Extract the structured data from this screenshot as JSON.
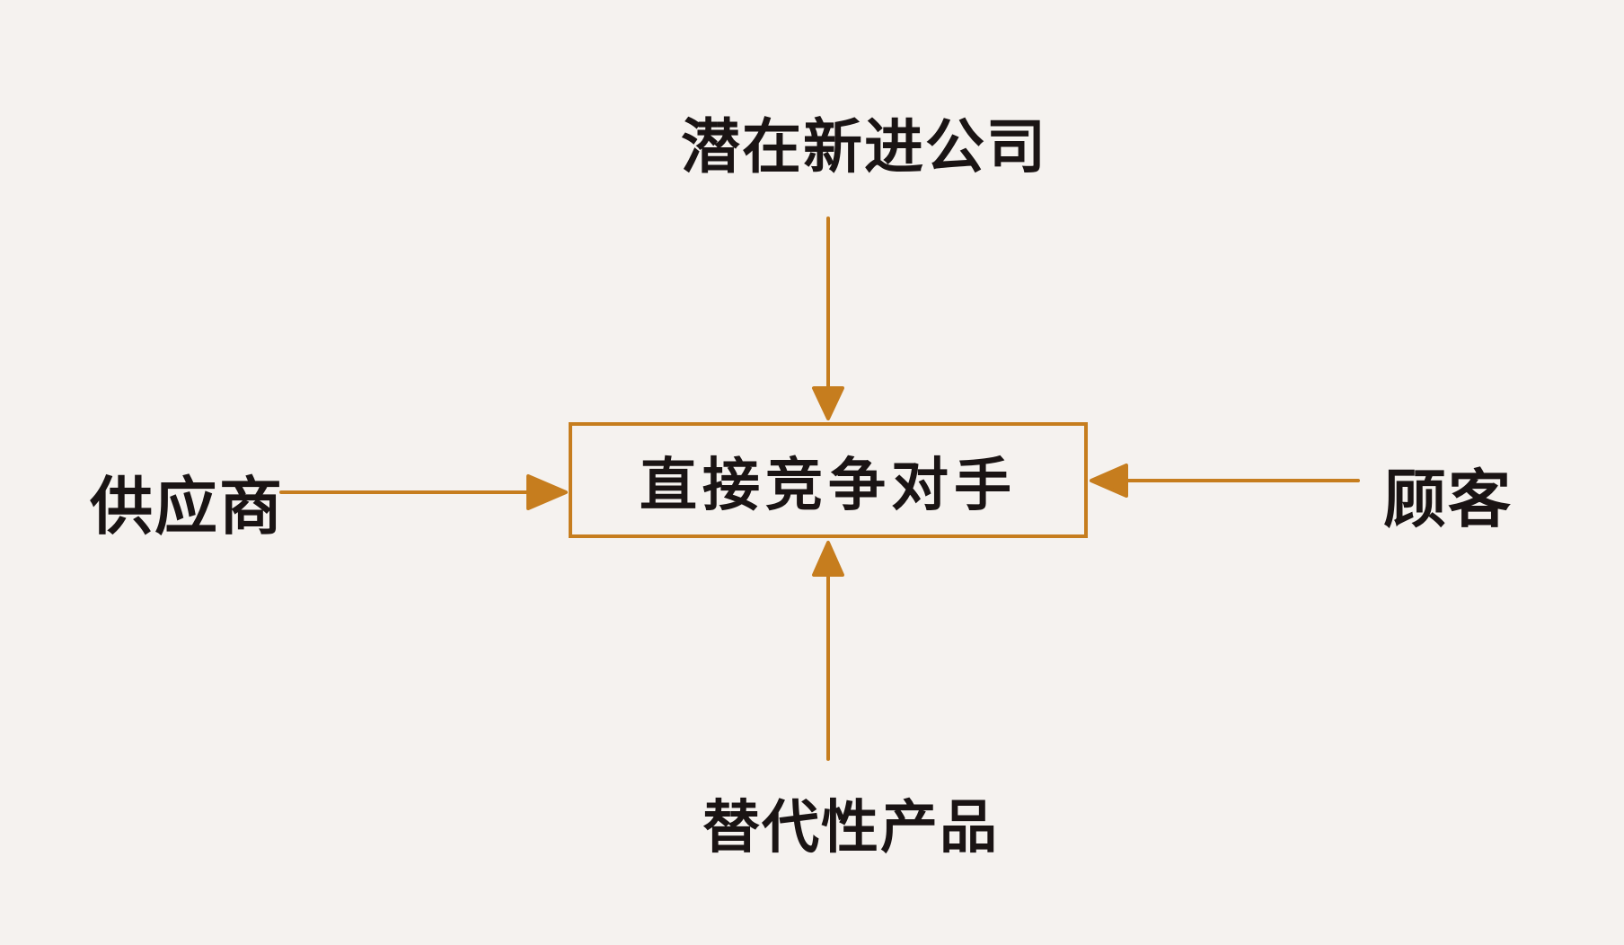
{
  "diagram": {
    "center": "直接竞争对手",
    "top": "潜在新进公司",
    "left": "供应商",
    "right": "顾客",
    "bottom": "替代性产品"
  },
  "colors": {
    "background": "#f5f2ef",
    "accent": "#c67d1e",
    "text": "#1a1414"
  }
}
